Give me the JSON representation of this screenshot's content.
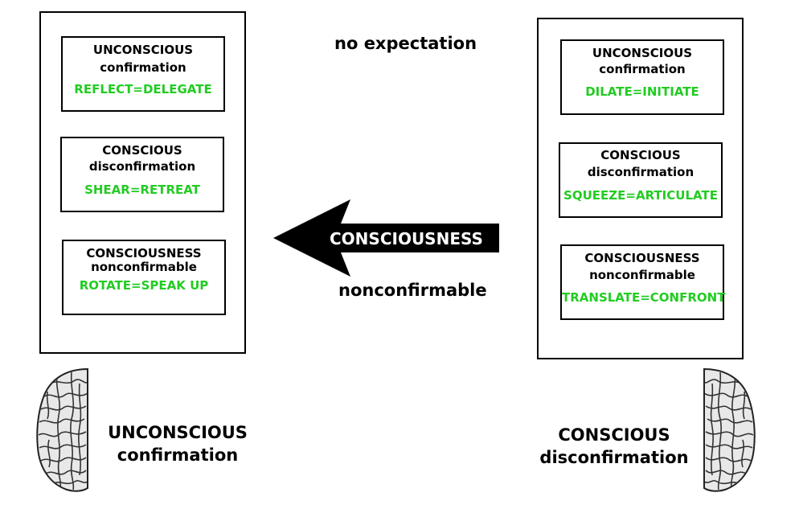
{
  "left_panel": {
    "cards": [
      {
        "title": "UNCONSCIOUS",
        "subtitle": "confirmation",
        "action": "REFLECT=DELEGATE"
      },
      {
        "title": "CONSCIOUS",
        "subtitle": "disconfirmation",
        "action": "SHEAR=RETREAT"
      },
      {
        "title": "CONSCIOUSNESS",
        "subtitle": "nonconfirmable",
        "action": "ROTATE=SPEAK UP"
      }
    ]
  },
  "right_panel": {
    "cards": [
      {
        "title": "UNCONSCIOUS",
        "subtitle": "confirmation",
        "action": "DILATE=INITIATE"
      },
      {
        "title": "CONSCIOUS",
        "subtitle": "disconfirmation",
        "action": "SQUEEZE=ARTICULATE"
      },
      {
        "title": "CONSCIOUSNESS",
        "subtitle": "nonconfirmable",
        "action": "TRANSLATE=CONFRONT"
      }
    ]
  },
  "center": {
    "top_label": "no expectation",
    "arrow_label": "CONSCIOUSNESS",
    "bottom_label": "nonconfirmable"
  },
  "bottom_left": {
    "line1": "UNCONSCIOUS",
    "line2": "confirmation"
  },
  "bottom_right": {
    "line1": "CONSCIOUS",
    "line2": "disconfirmation"
  },
  "colors": {
    "action_text": "#22cc22",
    "arrow_fill": "#000000",
    "arrow_text": "#ffffff"
  }
}
